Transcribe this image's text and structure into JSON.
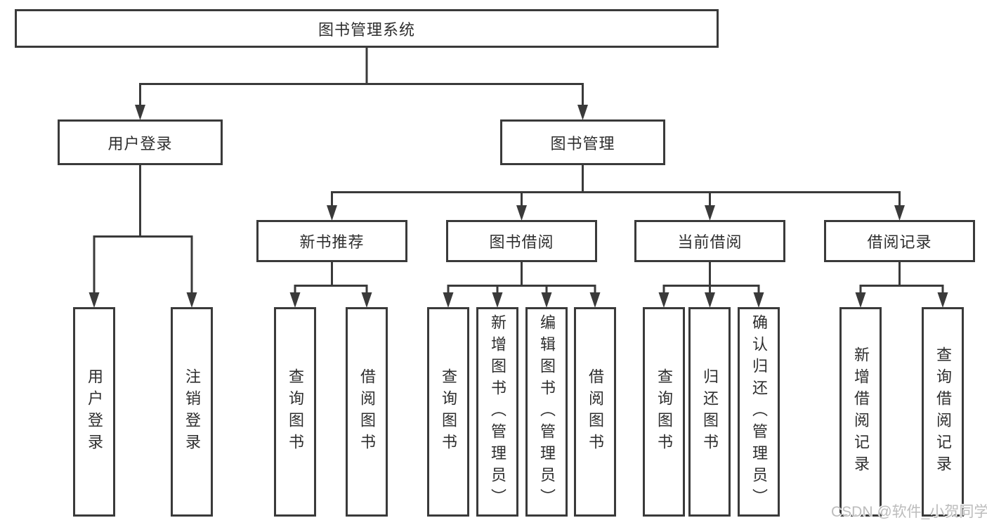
{
  "diagram": {
    "root": {
      "label": "图书管理系统"
    },
    "level2": {
      "user_login": {
        "label": "用户登录"
      },
      "book_mgmt": {
        "label": "图书管理"
      }
    },
    "level3": {
      "new_book": {
        "label": "新书推荐"
      },
      "book_borrow": {
        "label": "图书借阅"
      },
      "current_borrow": {
        "label": "当前借阅"
      },
      "borrow_record": {
        "label": "借阅记录"
      }
    },
    "leaves": {
      "user_login": [
        "用户登录",
        "注销登录"
      ],
      "new_book": [
        "查询图书",
        "借阅图书"
      ],
      "book_borrow": [
        "查询图书",
        "新增图书（管理员）",
        "编辑图书（管理员）",
        "借阅图书"
      ],
      "current_borrow": [
        "查询图书",
        "归还图书",
        "确认归还（管理员）"
      ],
      "borrow_record": [
        "新增借阅记录",
        "查询借阅记录"
      ]
    }
  },
  "watermark": {
    "text": "CSDN @软件_小贺同学"
  },
  "colors": {
    "line": "#3a3a3a",
    "box_border": "#3a3a3a",
    "text": "#2e2e2e",
    "watermark": "#bcbcbc",
    "background": "#ffffff"
  }
}
